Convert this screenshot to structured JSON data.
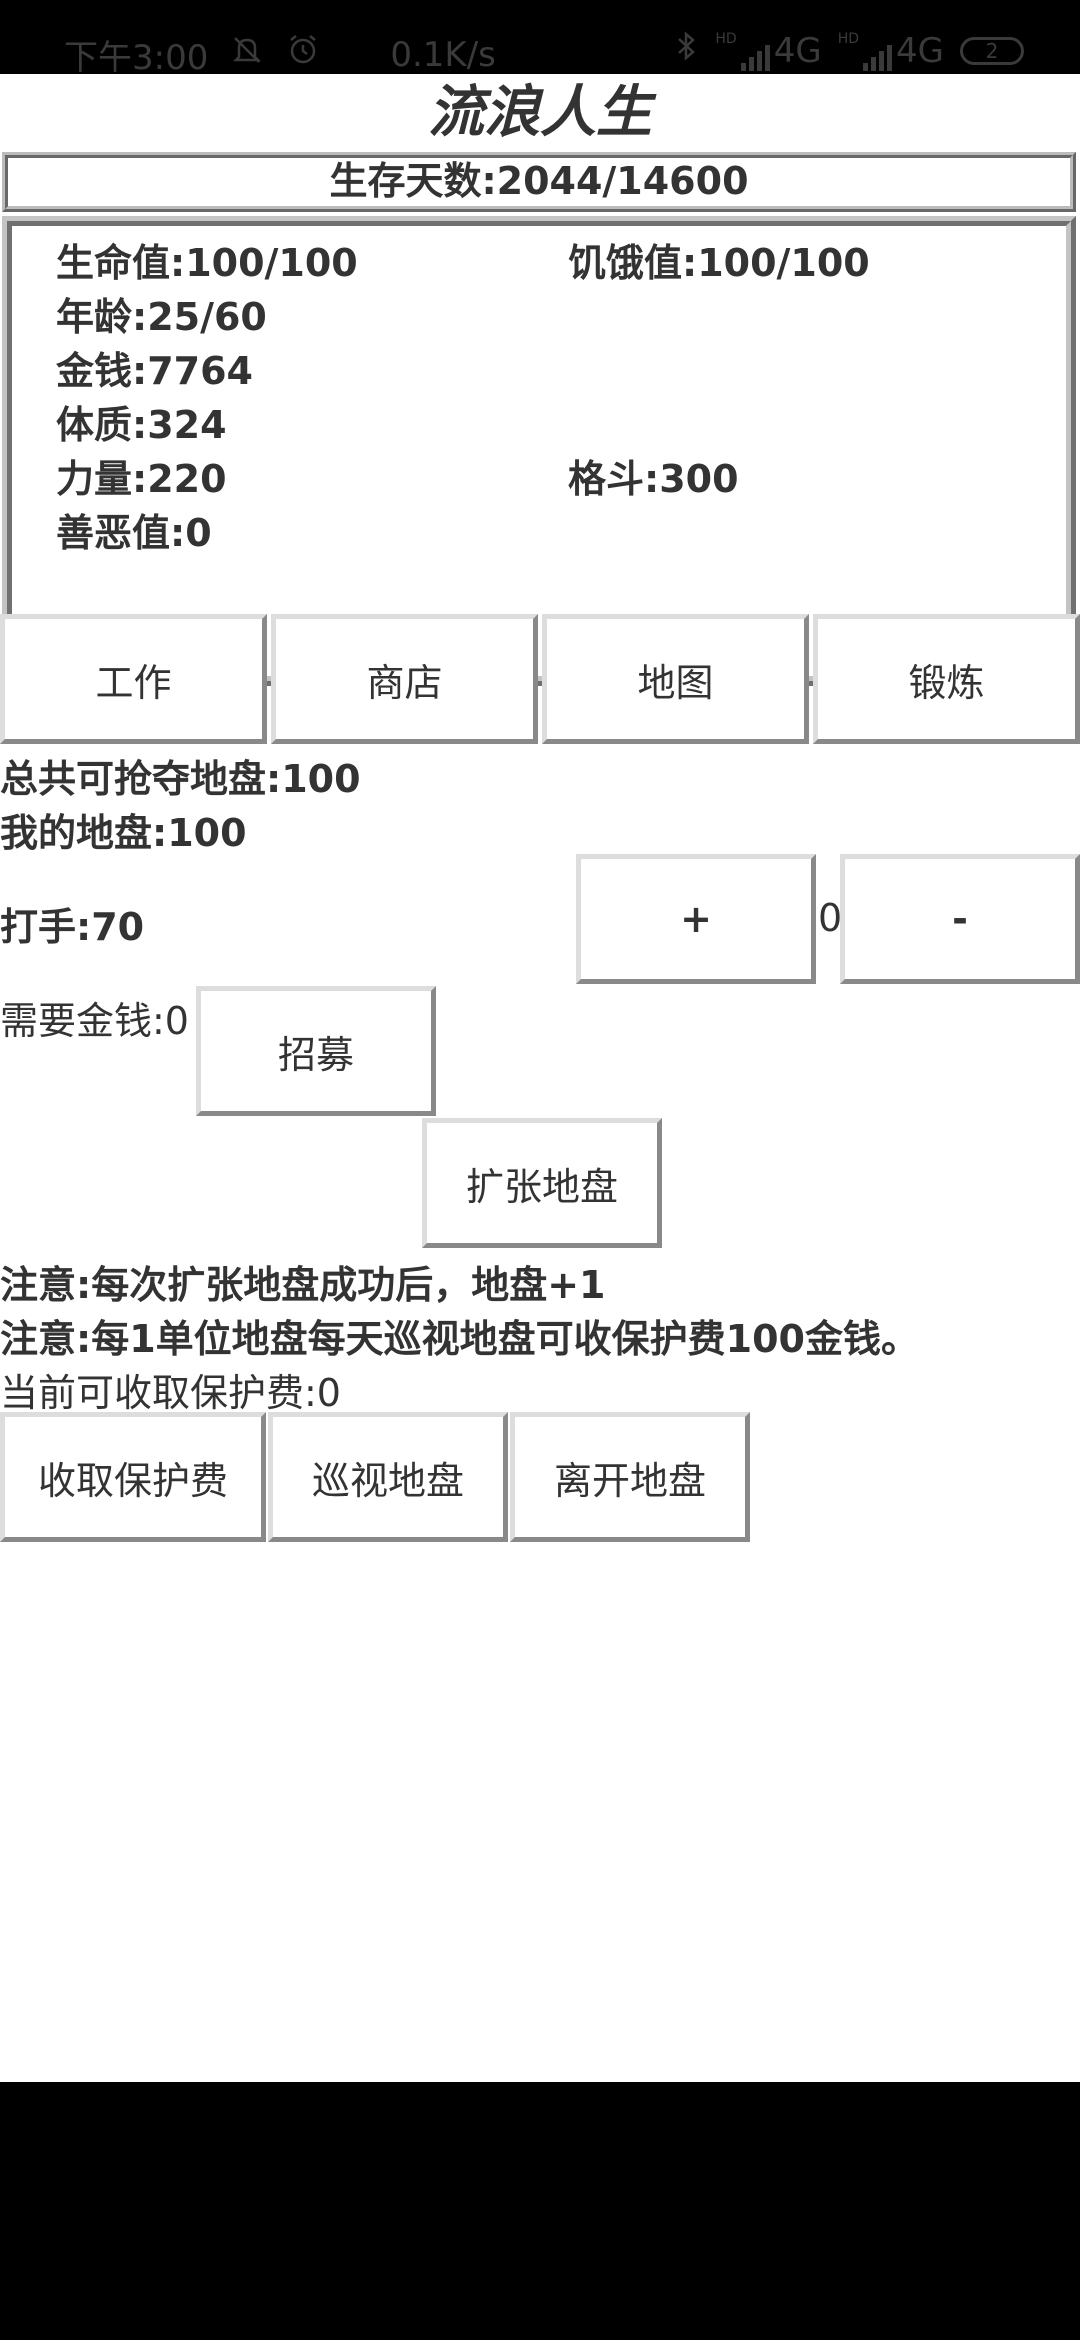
{
  "status_bar": {
    "time": "下午3:00",
    "speed": "0.1K/s",
    "network1": "4G",
    "network2": "4G",
    "hd_label": "HD",
    "battery": "2",
    "icons": [
      "mute-bell-icon",
      "alarm-icon",
      "bluetooth-icon",
      "signal-icon"
    ]
  },
  "game": {
    "title": "流浪人生",
    "days": "生存天数:2044/14600",
    "stats": {
      "hp": "生命值:100/100",
      "hunger": "饥饿值:100/100",
      "age": "年龄:25/60",
      "money": "金钱:7764",
      "constitution": "体质:324",
      "strength": "力量:220",
      "fighting": "格斗:300",
      "karma": "善恶值:0"
    },
    "tabs": [
      "工作",
      "商店",
      "地图",
      "锻炼"
    ],
    "territory": {
      "total": "总共可抢夺地盘:100",
      "mine": "我的地盘:100",
      "thugs": "打手:70",
      "plus_label": "+",
      "count": "0",
      "minus_label": "-",
      "cost": "需要金钱:0",
      "recruit_label": "招募",
      "expand_label": "扩张地盘",
      "note1": "注意:每次扩张地盘成功后，地盘+1",
      "note2": "注意:每1单位地盘每天巡视地盘可收保护费100金钱。",
      "current_fee": "当前可收取保护费:0",
      "actions": [
        "收取保护费",
        "巡视地盘",
        "离开地盘"
      ]
    }
  }
}
